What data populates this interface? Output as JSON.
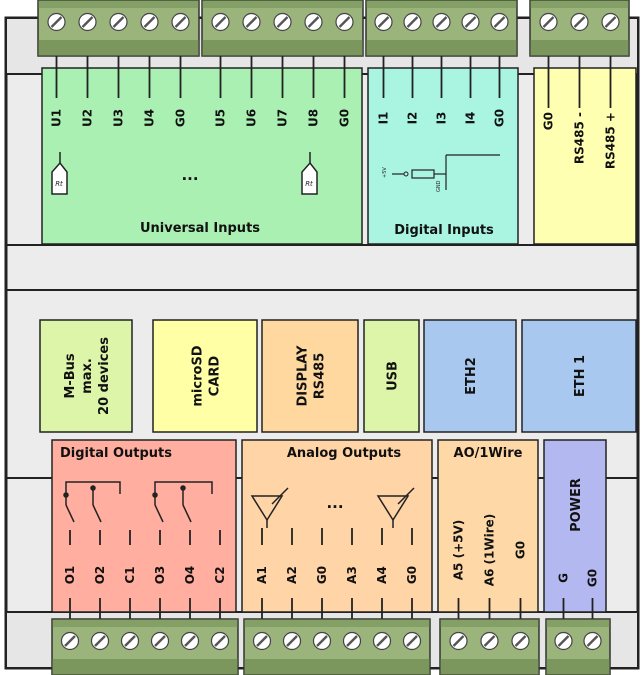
{
  "colors": {
    "board": "#ececec",
    "terminal": "#9ab47c",
    "terminal_dark": "#5b7a3e",
    "universal": "#aaf0b2",
    "digital_inputs": "#aaf5e2",
    "rs485": "#ffffb2",
    "mbus": "#ddf5a8",
    "microsd": "#ffffa6",
    "display": "#ffd8a0",
    "usb": "#ddf5a8",
    "eth": "#a8c8f0",
    "digital_outputs": "#ffaea0",
    "analog_outputs": "#ffd4a6",
    "ao_1wire": "#ffd8a8",
    "power": "#b4b8f0"
  },
  "top_terminals": {
    "universal_inputs": [
      "U1",
      "U2",
      "U3",
      "U4",
      "G0",
      "U5",
      "U6",
      "U7",
      "U8",
      "G0"
    ],
    "digital_inputs": [
      "I1",
      "I2",
      "I3",
      "I4",
      "G0"
    ],
    "rs485": [
      "G0",
      "RS485 -",
      "RS485 +"
    ]
  },
  "top_blocks": {
    "universal_inputs": {
      "title": "Universal Inputs",
      "ellipsis": "...",
      "sensor_icon": "thermistor-sensor-icon"
    },
    "digital_inputs": {
      "title": "Digital Inputs",
      "contact_icon": "dry-contact-icon"
    }
  },
  "middle_modules": [
    {
      "key": "mbus",
      "lines": [
        "M-Bus",
        "max.",
        "20 devices"
      ]
    },
    {
      "key": "microsd",
      "lines": [
        "microSD",
        "CARD"
      ]
    },
    {
      "key": "display",
      "lines": [
        "DISPLAY",
        "RS485"
      ]
    },
    {
      "key": "usb",
      "lines": [
        "USB"
      ]
    },
    {
      "key": "eth2",
      "lines": [
        "ETH2"
      ]
    },
    {
      "key": "eth1",
      "lines": [
        "ETH 1"
      ]
    }
  ],
  "bottom_blocks": {
    "digital_outputs": {
      "title": "Digital Outputs",
      "relay_icon": "relay-contact-icon"
    },
    "analog_outputs": {
      "title": "Analog Outputs",
      "ellipsis": "...",
      "output_icon": "analog-output-icon"
    },
    "ao_1wire": {
      "title": "AO/1Wire"
    },
    "power": {
      "title": "POWER"
    }
  },
  "bottom_terminals": {
    "digital_outputs": [
      "O1",
      "O2",
      "C1",
      "O3",
      "O4",
      "C2"
    ],
    "analog_outputs": [
      "A1",
      "A2",
      "G0",
      "A3",
      "A4",
      "G0"
    ],
    "ao_1wire": [
      "A5 (+5V)",
      "A6 (1Wire)",
      "G0"
    ],
    "power": [
      "G",
      "G0"
    ]
  }
}
